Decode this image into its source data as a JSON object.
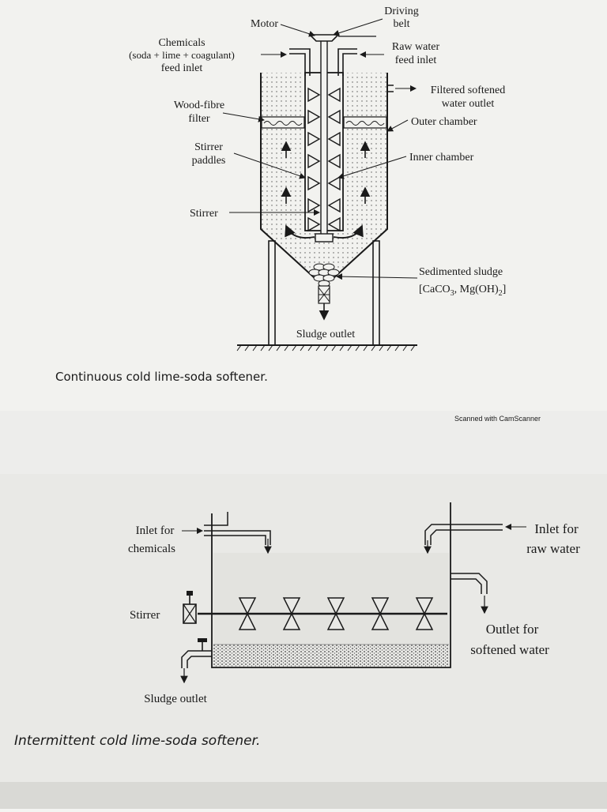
{
  "top_diagram": {
    "labels": {
      "motor": "Motor",
      "driving_belt_1": "Driving",
      "driving_belt_2": "belt",
      "chemicals_1": "Chemicals",
      "chemicals_2": "(soda + lime + coagulant)",
      "chemicals_3": "feed inlet",
      "raw_water_1": "Raw water",
      "raw_water_2": "feed inlet",
      "filtered_1": "Filtered softened",
      "filtered_2": "water outlet",
      "wood_fibre_1": "Wood-fibre",
      "wood_fibre_2": "filter",
      "outer_chamber": "Outer chamber",
      "stirrer_paddles_1": "Stirrer",
      "stirrer_paddles_2": "paddles",
      "inner_chamber": "Inner chamber",
      "stirrer": "Stirrer",
      "sludge_1": "Sedimented sludge",
      "sludge_2_pre": "[CaCO",
      "sludge_2_sub1": "3",
      "sludge_2_mid": ", Mg(OH)",
      "sludge_2_sub2": "2",
      "sludge_2_post": "]",
      "sludge_outlet": "Sludge outlet"
    },
    "caption": "Continuous cold lime-soda softener."
  },
  "scanner_note": "Scanned with CamScanner",
  "bottom_diagram": {
    "labels": {
      "inlet_chem_1": "Inlet for",
      "inlet_chem_2": "chemicals",
      "inlet_raw_1": "Inlet for",
      "inlet_raw_2": "raw water",
      "stirrer": "Stirrer",
      "outlet_1": "Outlet for",
      "outlet_2": "softened water",
      "sludge_outlet": "Sludge outlet"
    },
    "caption": "Intermittent cold lime-soda softener."
  }
}
